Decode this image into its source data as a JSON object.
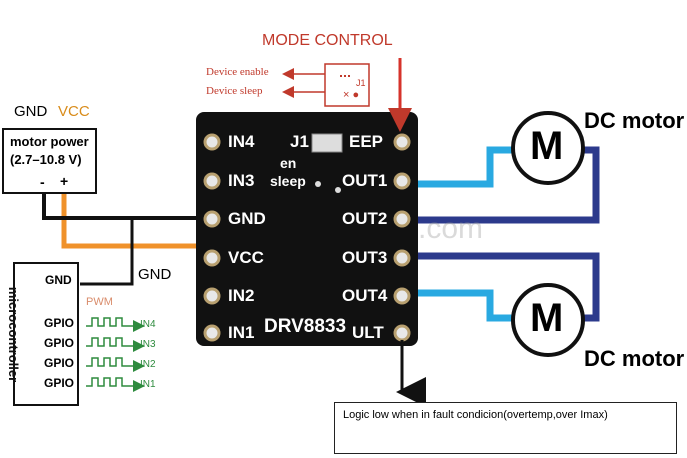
{
  "mode_control": {
    "title": "MODE CONTROL",
    "jumper_label": "J1",
    "device_enable": "Device enable",
    "device_sleep": "Device sleep"
  },
  "power": {
    "gnd_label": "GND",
    "vcc_label": "VCC",
    "box_title": "motor power",
    "range": "(2.7–10.8 V)",
    "minus": "-",
    "plus": "+"
  },
  "board": {
    "name": "DRV8833",
    "jumper": "J1",
    "en": "en",
    "sleep": "sleep",
    "left_pins": [
      "IN4",
      "IN3",
      "GND",
      "VCC",
      "IN2",
      "IN1"
    ],
    "right_pins": [
      "EEP",
      "OUT1",
      "OUT2",
      "OUT3",
      "OUT4",
      "ULT"
    ],
    "watermark": ".com"
  },
  "microcontroller": {
    "label": "microcontroller",
    "gnd": "GND",
    "gnd_wire_label": "GND",
    "pwm": "PWM",
    "gpio": [
      "GPIO",
      "GPIO",
      "GPIO",
      "GPIO"
    ],
    "inputs": [
      "IN4",
      "IN3",
      "IN2",
      "IN1"
    ]
  },
  "motors": {
    "top_label": "DC motor",
    "bottom_label": "DC motor",
    "symbol": "M"
  },
  "fault_note": "Logic low when in fault condicion(overtemp,over Imax)",
  "colors": {
    "board": "#111111",
    "wire_orange": "#f0922b",
    "wire_black": "#111111",
    "wire_cyan": "#29a9e1",
    "wire_navy": "#2c3a8c",
    "red": "#c0392b",
    "green": "#2e8b3e"
  }
}
